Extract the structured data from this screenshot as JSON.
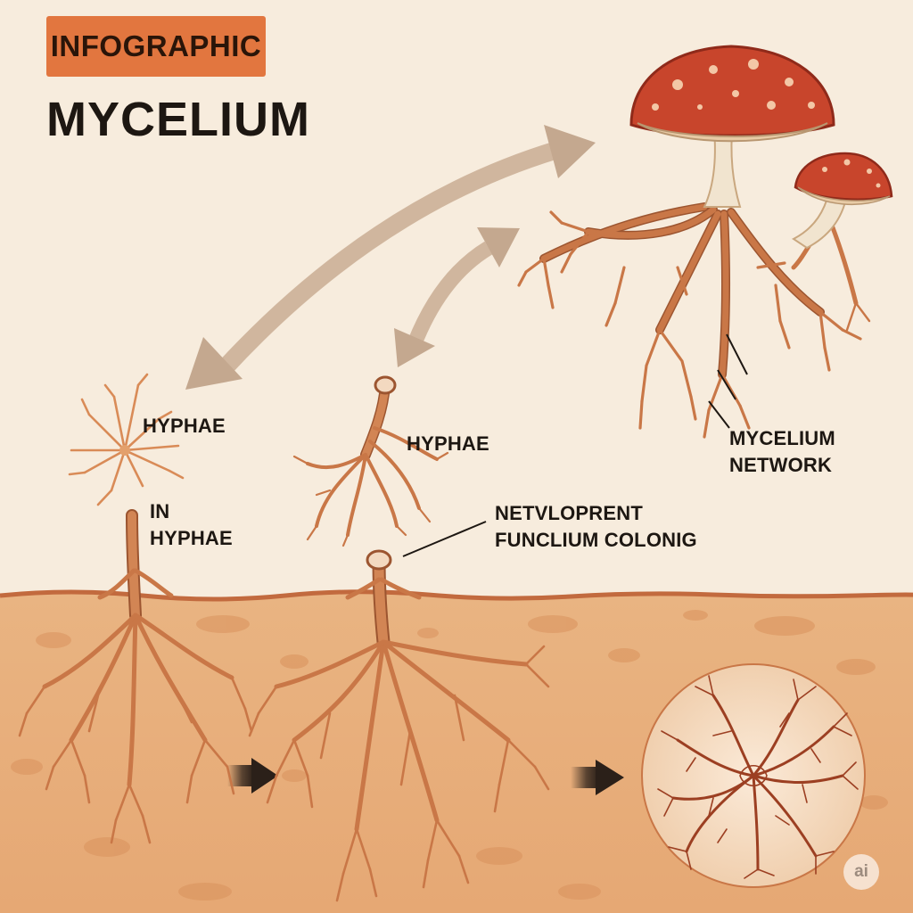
{
  "header": {
    "badge": "INFOGRAPHIC",
    "title": "MYCELIUM"
  },
  "labels": {
    "hyphae_left": "HYPHAE",
    "in_hyphae_line1": "IN",
    "in_hyphae_line2": "HYPHAE",
    "hyphae_middle": "HYPHAE",
    "callout_line1": "NETVLOPRENT",
    "callout_line2": "FUNCLIUM COLONIG",
    "network_line1": "MYCELIUM",
    "network_line2": "NETWORK"
  },
  "watermark": "ai",
  "colors": {
    "background": "#f7ecdd",
    "soil": "#e7ae7b",
    "soil_line": "#c26a3e",
    "badge": "#e2763f",
    "hyphae": "#c97747",
    "hyphae_outline": "#9c5530",
    "mushroom_cap": "#c8452c",
    "arrow_light": "#c4a88f",
    "arrow_dark": "#2b2019"
  }
}
